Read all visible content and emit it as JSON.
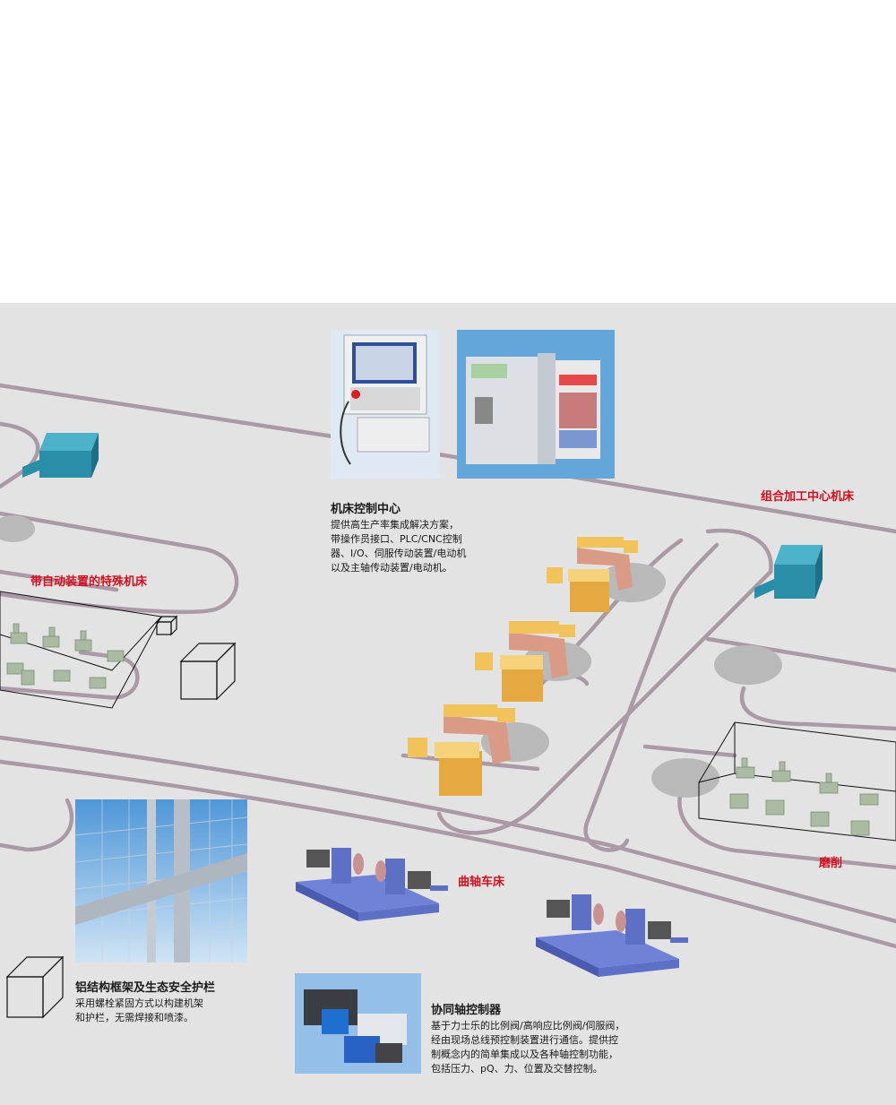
{
  "labels": {
    "special_machine": "带自动装置的特殊机床",
    "machining_center": "组合加工中心机床",
    "crankshaft_lathe": "曲轴车床",
    "grinding": "磨削"
  },
  "cnc_block": {
    "title": "机床控制中心",
    "body": "提供高生产率集成解决方案，\n带操作员接口、PLC/CNC控制\n器、I/O、伺服传动装置/电动机\n以及主轴传动装置/电动机。"
  },
  "frame_block": {
    "title": "铝结构框架及生态安全护栏",
    "body": "采用螺栓紧固方式以构建机架\n和护栏，无需焊接和喷漆。"
  },
  "axis_block": {
    "title": "协同轴控制器",
    "body": "基于力士乐的比例阀/高响应比例阀/伺服阀，\n经由现场总线预控制装置进行通信。提供控\n制概念内的简单集成以及各种轴控制功能，\n包括压力、pQ、力、位置及交替控制。"
  },
  "colors": {
    "panel_bg": "#e3e3e3",
    "rail": "#a99aa6",
    "label_red": "#d40e1e",
    "robot_yellow": "#f2c35a",
    "robot_arm": "#d99a86",
    "lathe_blue": "#5e70c6",
    "teal_box": "#2b8ea8",
    "fixture_green": "#a9bca2"
  }
}
